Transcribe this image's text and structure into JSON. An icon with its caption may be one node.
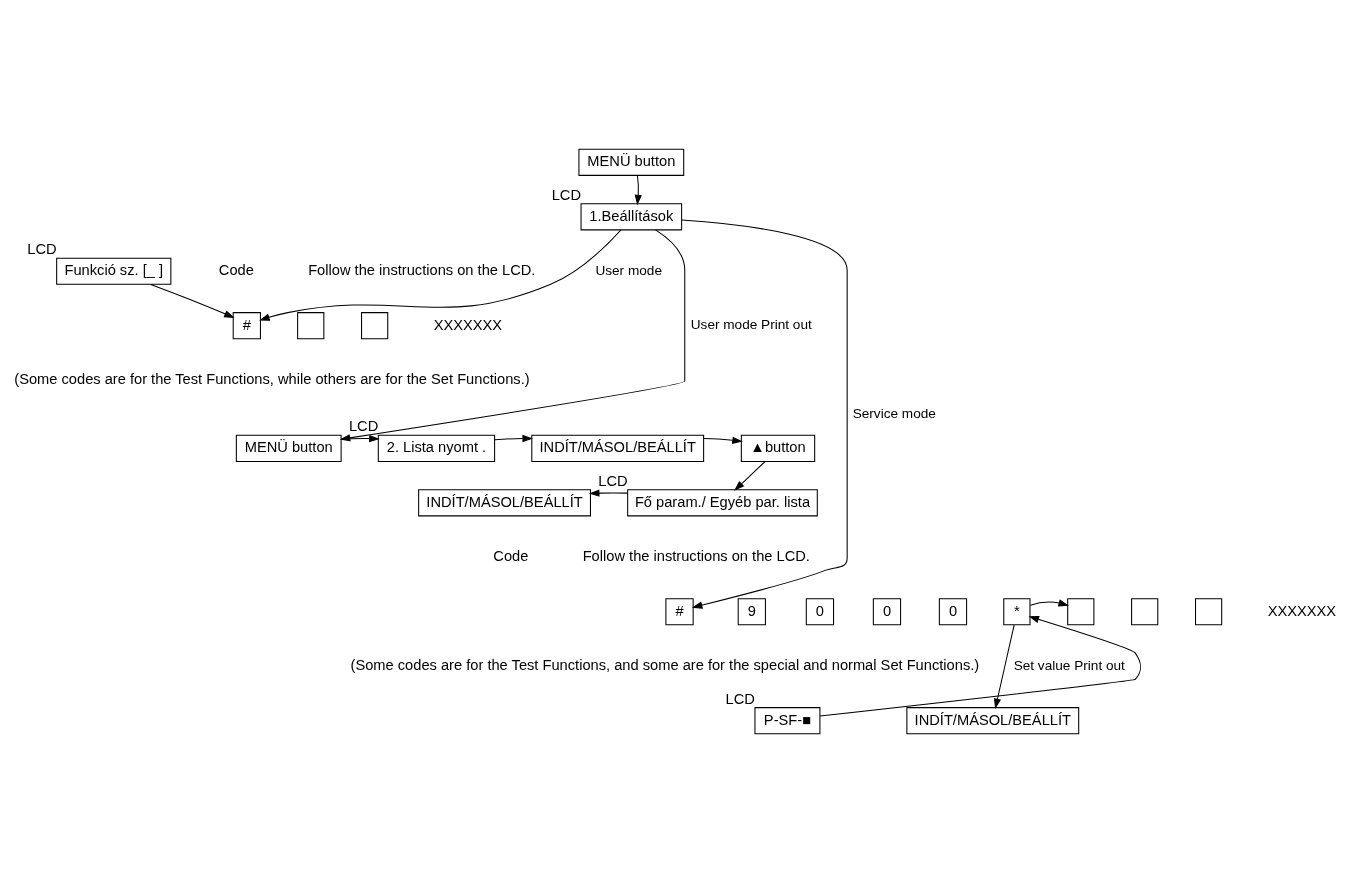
{
  "diagram": {
    "nodes": [
      {
        "text": [
          "MENÜ button"
        ]
      },
      {
        "text": [
          "1.Beállítások"
        ],
        "beside": [
          "LCD"
        ]
      },
      {
        "text": [
          "Funkció sz. [_ ]"
        ],
        "beside": [
          "LCD"
        ]
      },
      {
        "text": [
          "#"
        ]
      },
      {
        "text": [],
        "shape": "box"
      },
      {
        "text": [],
        "shape": "box"
      },
      {
        "text": [
          "MENÜ button"
        ]
      },
      {
        "text": [
          "2. Lista nyomt ."
        ],
        "beside": [
          "LCD"
        ]
      },
      {
        "text": [
          "INDÍT/MÁSOL/BEÁLLÍT"
        ]
      },
      {
        "text": [
          "▲button"
        ]
      },
      {
        "text": [
          "Fő param./ Egyéb par. lista"
        ],
        "beside": [
          "LCD"
        ]
      },
      {
        "text": [
          "INDÍT/MÁSOL/BEÁLLÍT"
        ]
      },
      {
        "text": [
          "#"
        ]
      },
      {
        "text": [
          "9"
        ]
      },
      {
        "text": [
          "0"
        ]
      },
      {
        "text": [
          "0"
        ]
      },
      {
        "text": [
          "0"
        ]
      },
      {
        "text": [
          "*"
        ]
      },
      {
        "text": [],
        "shape": "box"
      },
      {
        "text": [],
        "shape": "box"
      },
      {
        "text": [],
        "shape": "box"
      },
      {
        "text": [
          "P-SF-■"
        ],
        "beside": [
          "LCD"
        ]
      },
      {
        "text": [
          "INDÍT/MÁSOL/BEÁLLÍT"
        ]
      }
    ],
    "edges": [
      {
        "from": 0,
        "to": 1,
        "arrow": "to"
      },
      {
        "from": 1,
        "to": 3,
        "arrow": "to",
        "label": "User mode"
      },
      {
        "from": 2,
        "to": 3,
        "arrow": "to"
      },
      {
        "from": 1,
        "to": 6,
        "arrow": "to",
        "label": "User mode Print out"
      },
      {
        "from": 6,
        "to": 7,
        "arrow": "to"
      },
      {
        "from": 7,
        "to": 8,
        "arrow": "to"
      },
      {
        "from": 8,
        "to": 9,
        "arrow": "to"
      },
      {
        "from": 9,
        "to": 10,
        "arrow": "to"
      },
      {
        "from": 10,
        "to": 11,
        "arrow": "to"
      },
      {
        "from": 1,
        "to": 12,
        "arrow": "to",
        "label": "Service mode"
      },
      {
        "from": 17,
        "to": 18,
        "arrow": "to"
      },
      {
        "from": 21,
        "to": 17,
        "arrow": "to"
      },
      {
        "from": 17,
        "to": 22,
        "arrow": "to",
        "label": "Set value Print out"
      }
    ],
    "labels": [
      "Code",
      "Follow the instructions on the LCD.",
      "XXXXXXX",
      "(Some codes are for the Test Functions, while others are for the Set Functions.)",
      "Code",
      "Follow the instructions on the LCD.",
      "XXXXXXX",
      "(Some codes are for the Test Functions, and some are for the special and normal Set Functions.)"
    ]
  }
}
